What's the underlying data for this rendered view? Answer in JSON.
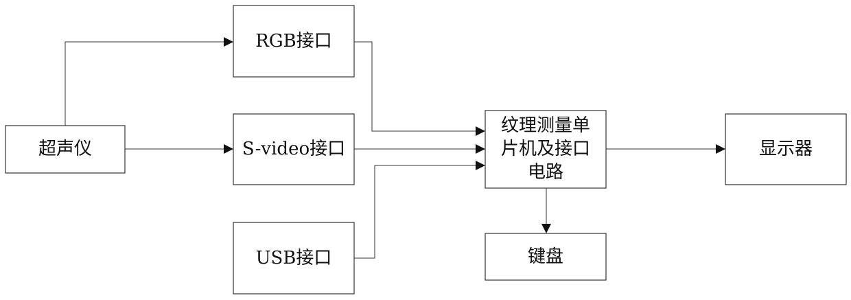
{
  "diagram": {
    "nodes": {
      "ultrasound": "超声仪",
      "rgb": "RGB接口",
      "svideo": "S-video接口",
      "usb": "USB接口",
      "mcu_line1": "纹理测量单",
      "mcu_line2": "片机及接口",
      "mcu_line3": "电路",
      "display": "显示器",
      "keyboard": "键盘"
    }
  }
}
